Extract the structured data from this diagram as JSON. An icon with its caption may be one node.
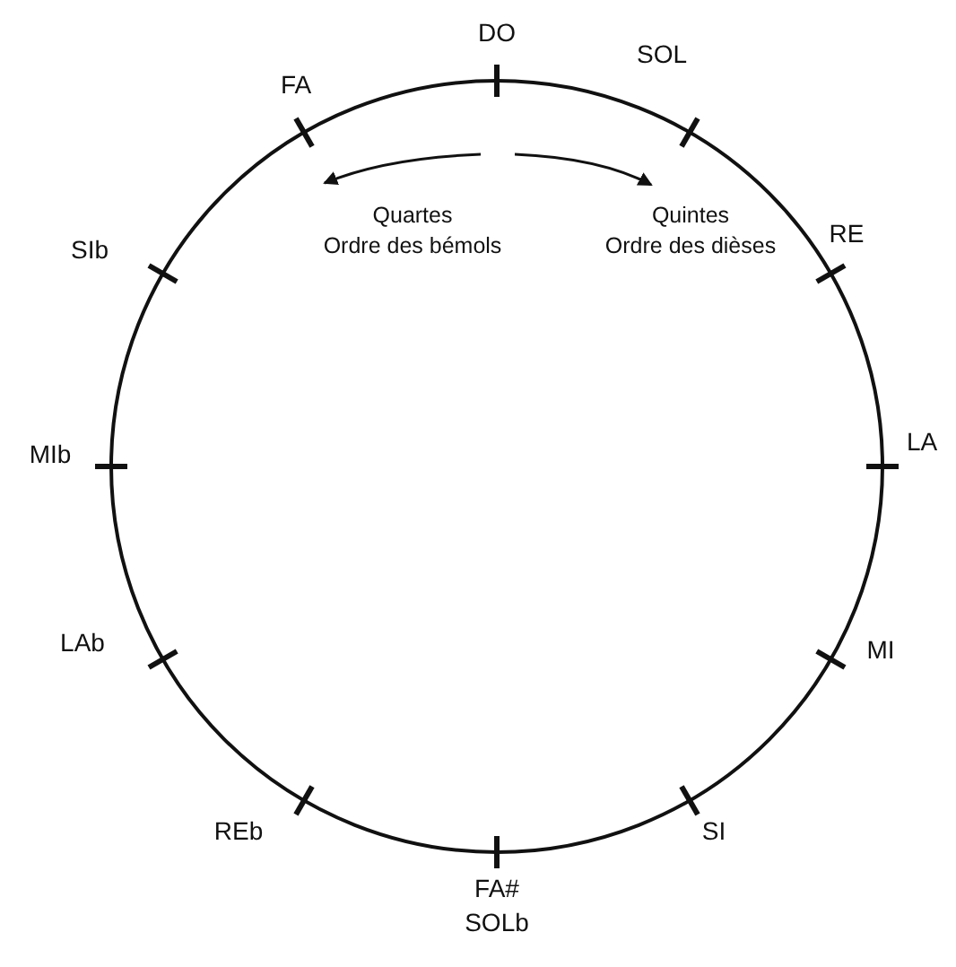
{
  "diagram": {
    "labels": [
      "DO",
      "SOL",
      "RE",
      "LA",
      "MI",
      "SI",
      "FA#",
      "SOLb",
      "REb",
      "LAb",
      "MIb",
      "SIb",
      "FA",
      "Quartes",
      "Ordre des bémols",
      "Quintes",
      "Ordre des dièses"
    ]
  }
}
